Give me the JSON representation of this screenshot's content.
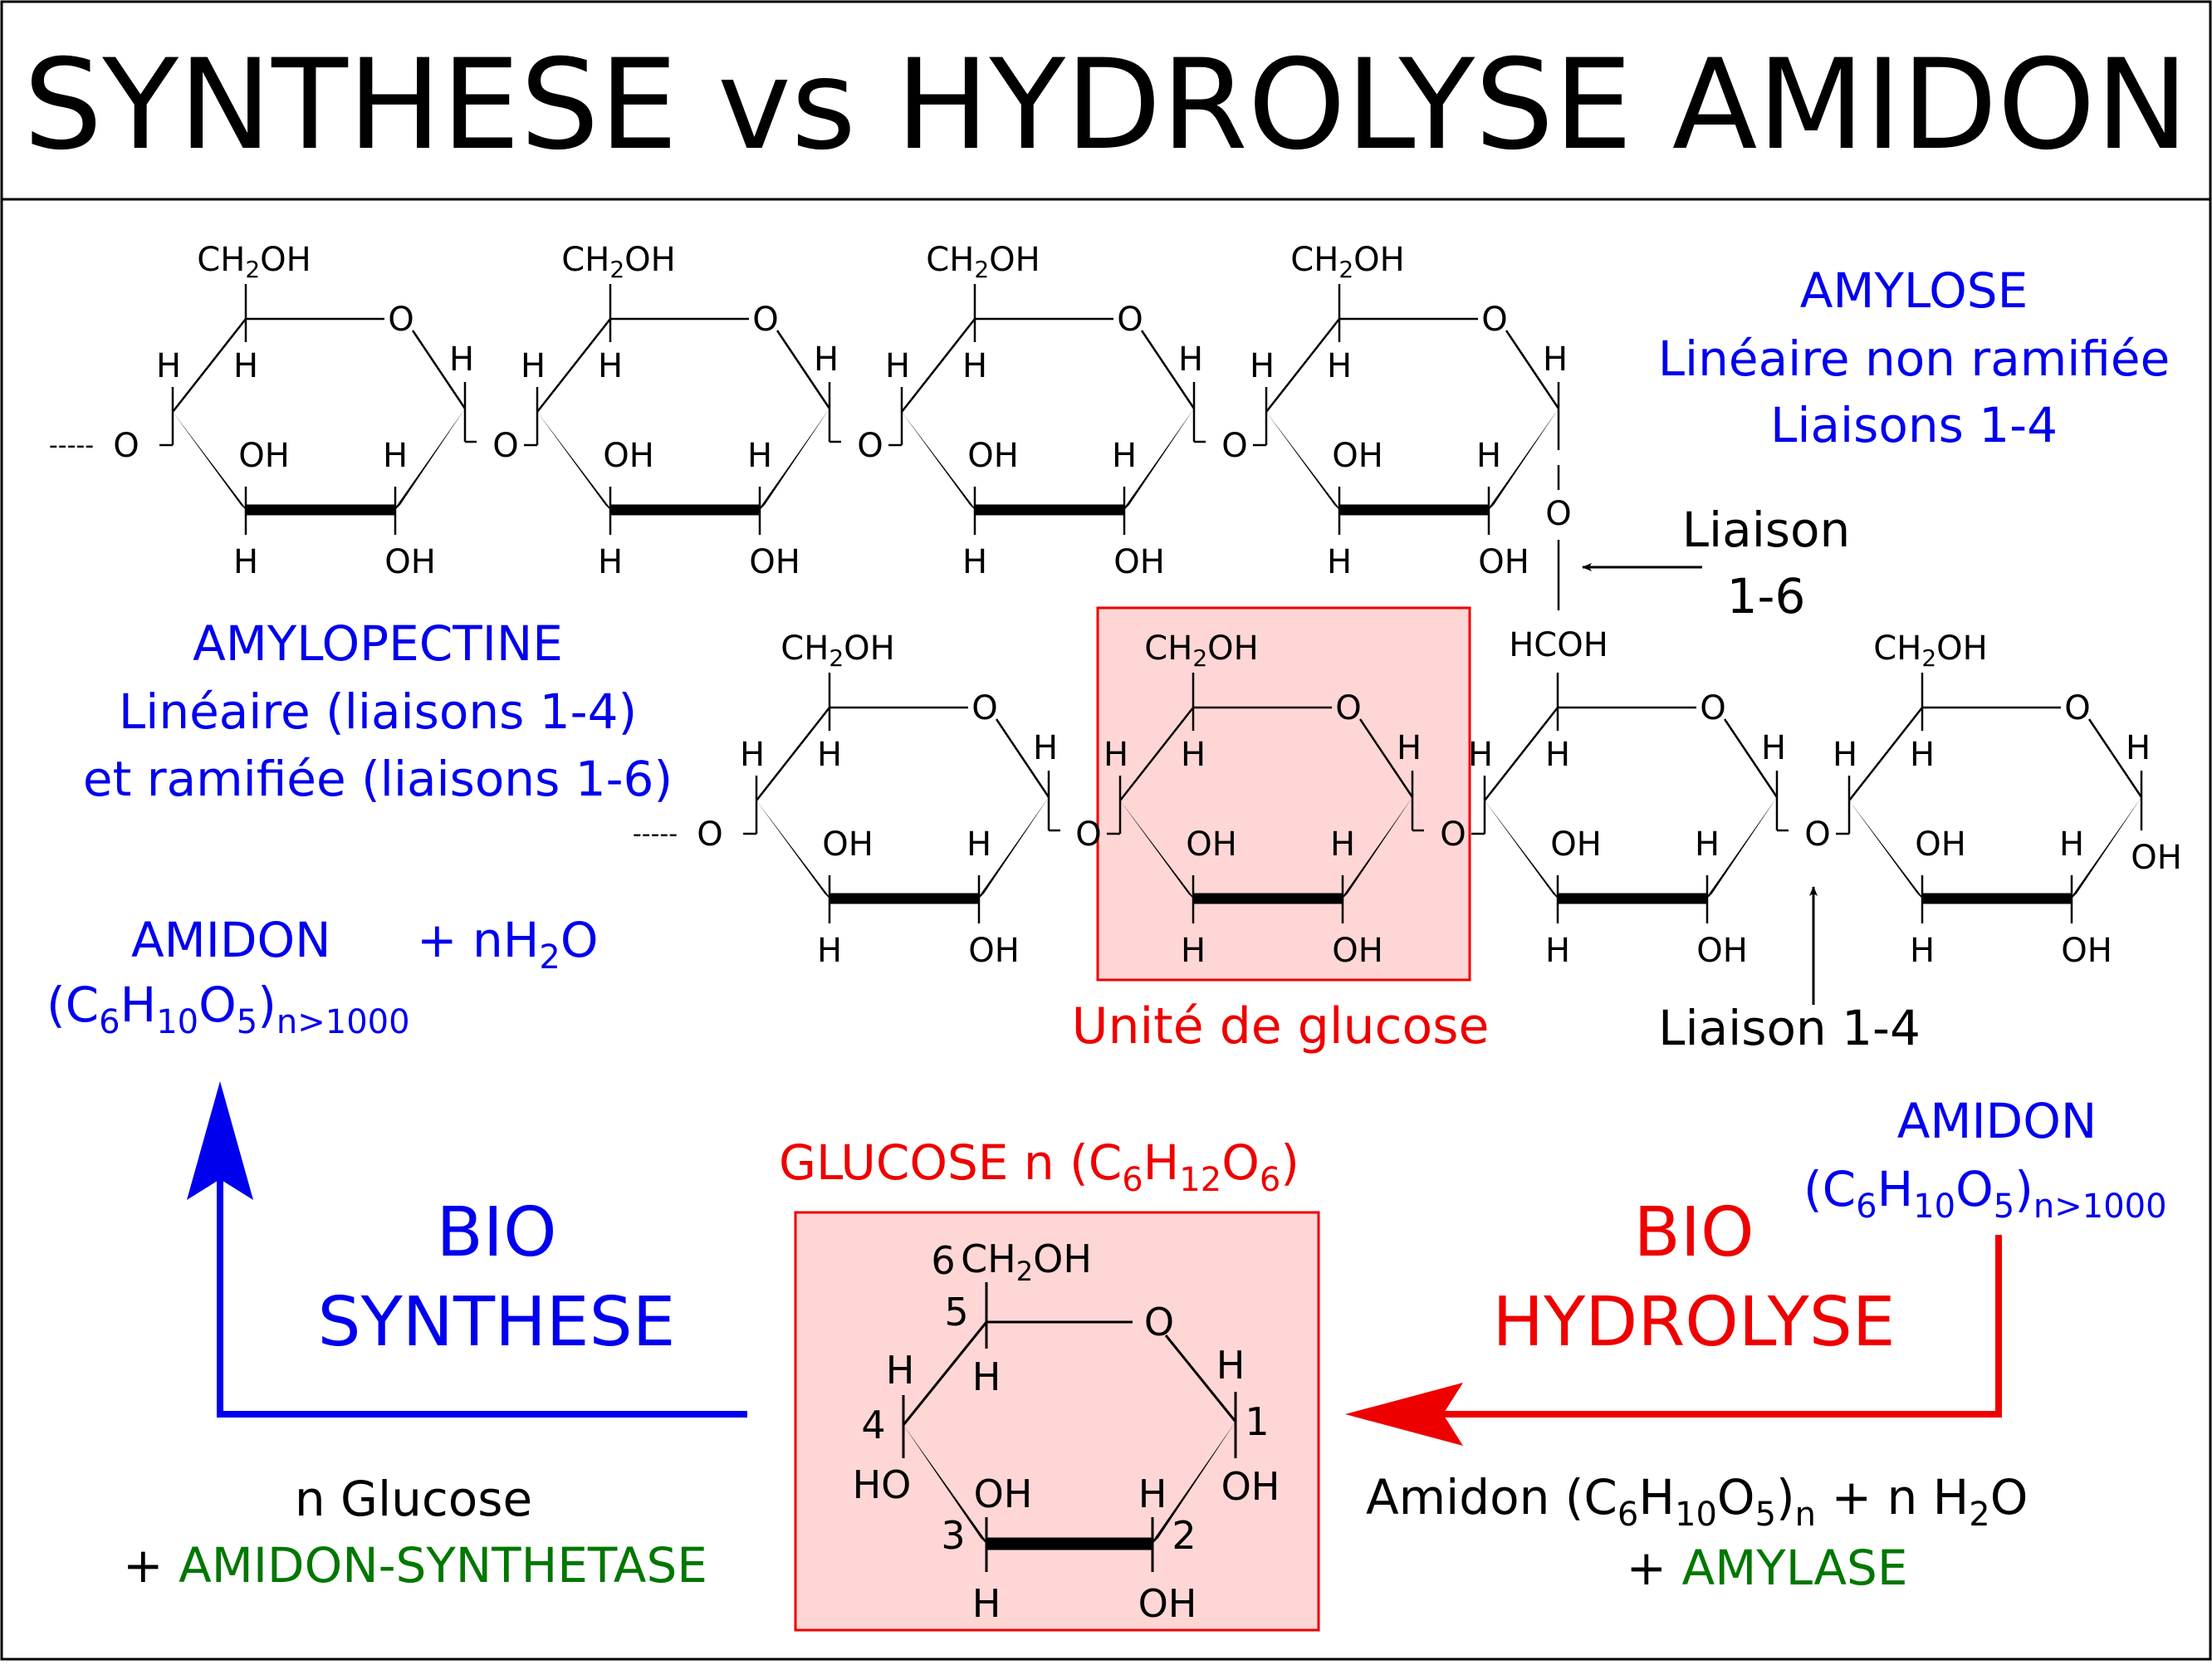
{
  "title": "SYNTHESE vs HYDROLYSE AMIDON",
  "colors": {
    "blue": "#0000ee",
    "red": "#ee0000",
    "green": "#007700",
    "black": "#000000",
    "highlight_fill": "#ffd6d6",
    "highlight_stroke": "#ee0000"
  },
  "atoms": {
    "ch2oh_ch": "CH",
    "ch2oh_sub": "2",
    "ch2oh_oh": "OH",
    "o": "O",
    "h": "H",
    "oh": "OH",
    "ho": "HO",
    "hcoh": "HCOH",
    "dots": "-----"
  },
  "amylose": {
    "line1": "AMYLOSE",
    "line2": "Linéaire non ramifiée",
    "line3": "Liaisons 1-4"
  },
  "amylopectine": {
    "line1": "AMYLOPECTINE",
    "line2": "Linéaire (liaisons 1-4)",
    "line3": "et ramifiée (liaisons 1-6)"
  },
  "liaison16": {
    "line1": "Liaison",
    "line2": "1-6"
  },
  "liaison14": "Liaison 1-4",
  "glucose_unit_label": "Unité de glucose",
  "amidon_left": {
    "name": "AMIDON",
    "plus_h2o": "+ nH",
    "h2o_sub": "2",
    "h2o_o": "O",
    "formula_open": "(C",
    "c_sub": "6",
    "h": "H",
    "h_sub": "10",
    "o": "O",
    "o_sub": "5",
    "close": ")",
    "n_sub": "n>1000"
  },
  "amidon_right": {
    "name": "AMIDON",
    "formula_open": "(C",
    "c_sub": "6",
    "h": "H",
    "h_sub": "10",
    "o": "O",
    "o_sub": "5",
    "close": ")",
    "n_sub": "n>1000"
  },
  "glucose_title": {
    "prefix": "GLUCOSE n (C",
    "c_sub": "6",
    "h": "H",
    "h_sub": "12",
    "o": "O",
    "o_sub": "6",
    "close": ")"
  },
  "glucose_numbers": [
    "1",
    "2",
    "3",
    "4",
    "5",
    "6"
  ],
  "biosynthese": {
    "line1": "BIO",
    "line2": "SYNTHESE",
    "reactant1": "n Glucose",
    "plus": "+ ",
    "enzyme": "AMIDON-SYNTHETASE"
  },
  "biohydrolyse": {
    "line1": "BIO",
    "line2": "HYDROLYSE",
    "reactant_prefix": "Amidon (C",
    "c_sub": "6",
    "h": "H",
    "h_sub": "10",
    "o": "O",
    "o_sub": "5",
    "close": ")",
    "n_sub": "n",
    "water": " + n H",
    "water_sub": "2",
    "water_o": "O",
    "plus": "+ ",
    "enzyme": "AMYLASE"
  }
}
